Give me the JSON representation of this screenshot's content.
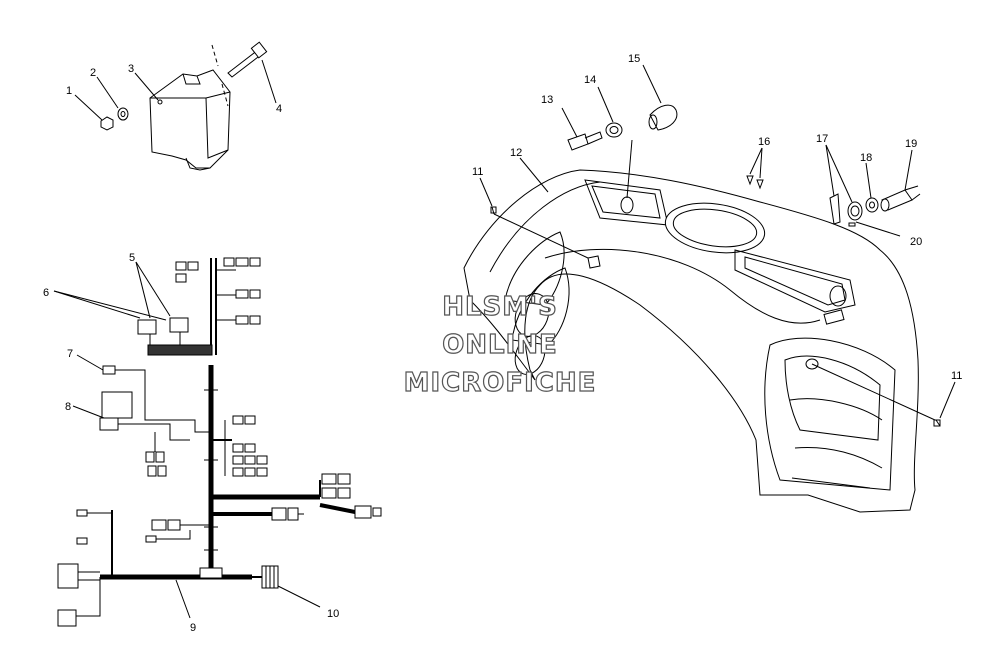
{
  "watermark": {
    "line1": "HLSM'S",
    "line2": "ONLINE",
    "line3": "MICROFICHE"
  },
  "callouts": [
    {
      "id": "c1",
      "text": "1"
    },
    {
      "id": "c2",
      "text": "2"
    },
    {
      "id": "c3",
      "text": "3"
    },
    {
      "id": "c4",
      "text": "4"
    },
    {
      "id": "c5",
      "text": "5"
    },
    {
      "id": "c6",
      "text": "6"
    },
    {
      "id": "c7",
      "text": "7"
    },
    {
      "id": "c8",
      "text": "8"
    },
    {
      "id": "c9",
      "text": "9"
    },
    {
      "id": "c10",
      "text": "10"
    },
    {
      "id": "c11a",
      "text": "11"
    },
    {
      "id": "c11b",
      "text": "11"
    },
    {
      "id": "c12",
      "text": "12"
    },
    {
      "id": "c13",
      "text": "13"
    },
    {
      "id": "c14",
      "text": "14"
    },
    {
      "id": "c15",
      "text": "15"
    },
    {
      "id": "c16",
      "text": "16"
    },
    {
      "id": "c17",
      "text": "17"
    },
    {
      "id": "c18",
      "text": "18"
    },
    {
      "id": "c19",
      "text": "19"
    },
    {
      "id": "c20",
      "text": "20"
    }
  ]
}
